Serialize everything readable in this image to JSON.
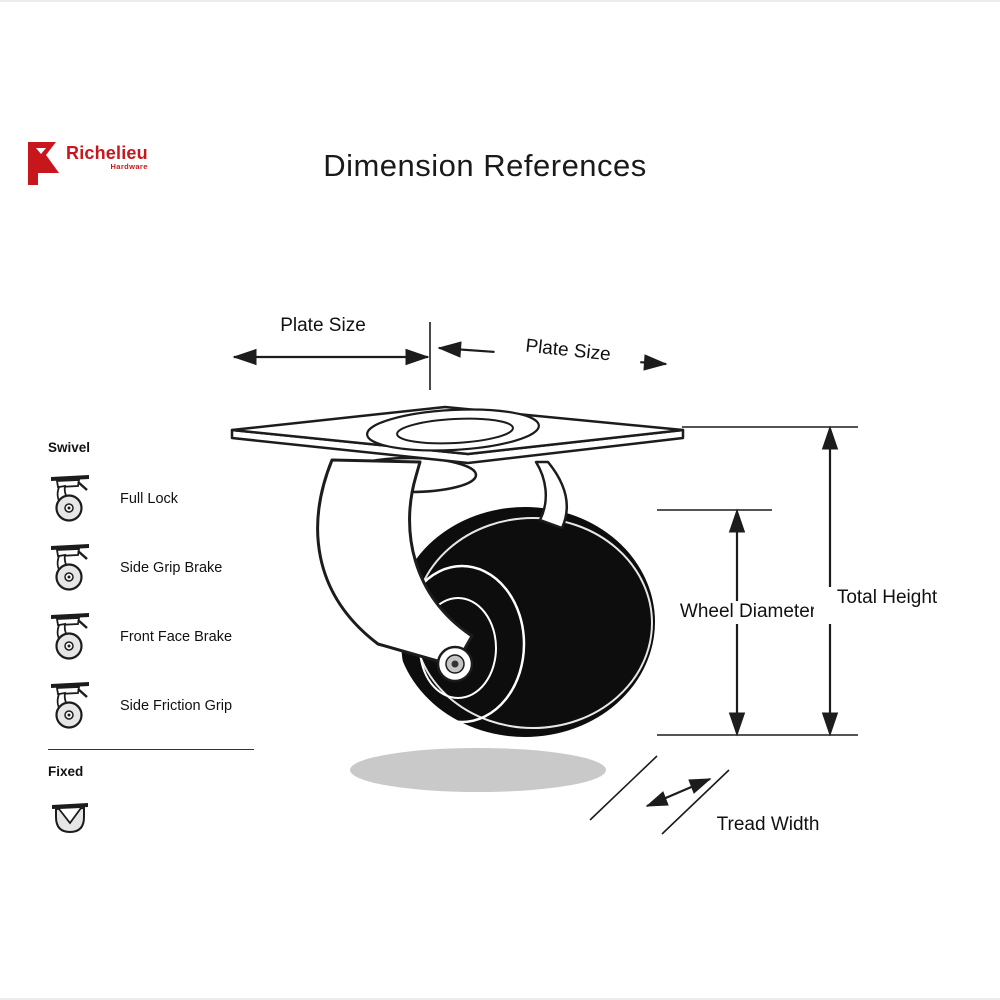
{
  "page": {
    "title": "Dimension References",
    "background": "#ffffff"
  },
  "logo": {
    "brand": "Richelieu",
    "subtext": "Hardware",
    "color": "#c8171c"
  },
  "sidebar": {
    "sections": [
      {
        "heading": "Swivel",
        "items": [
          {
            "label": "Full Lock",
            "icon": "swivel-caster-icon"
          },
          {
            "label": "Side Grip Brake",
            "icon": "swivel-caster-icon"
          },
          {
            "label": "Front Face Brake",
            "icon": "swivel-caster-icon"
          },
          {
            "label": "Side Friction Grip",
            "icon": "swivel-caster-icon"
          }
        ]
      },
      {
        "heading": "Fixed",
        "items": [
          {
            "label": "",
            "icon": "fixed-caster-icon"
          }
        ]
      }
    ]
  },
  "diagram": {
    "labels": {
      "plate_size_left": "Plate Size",
      "plate_size_right": "Plate Size",
      "wheel_diameter": "Wheel Diameter",
      "total_height": "Total Height",
      "tread_width": "Tread Width"
    },
    "colors": {
      "line": "#1c1c1c",
      "wheel": "#0d0d0d",
      "shadow": "#c9c9c9"
    }
  }
}
